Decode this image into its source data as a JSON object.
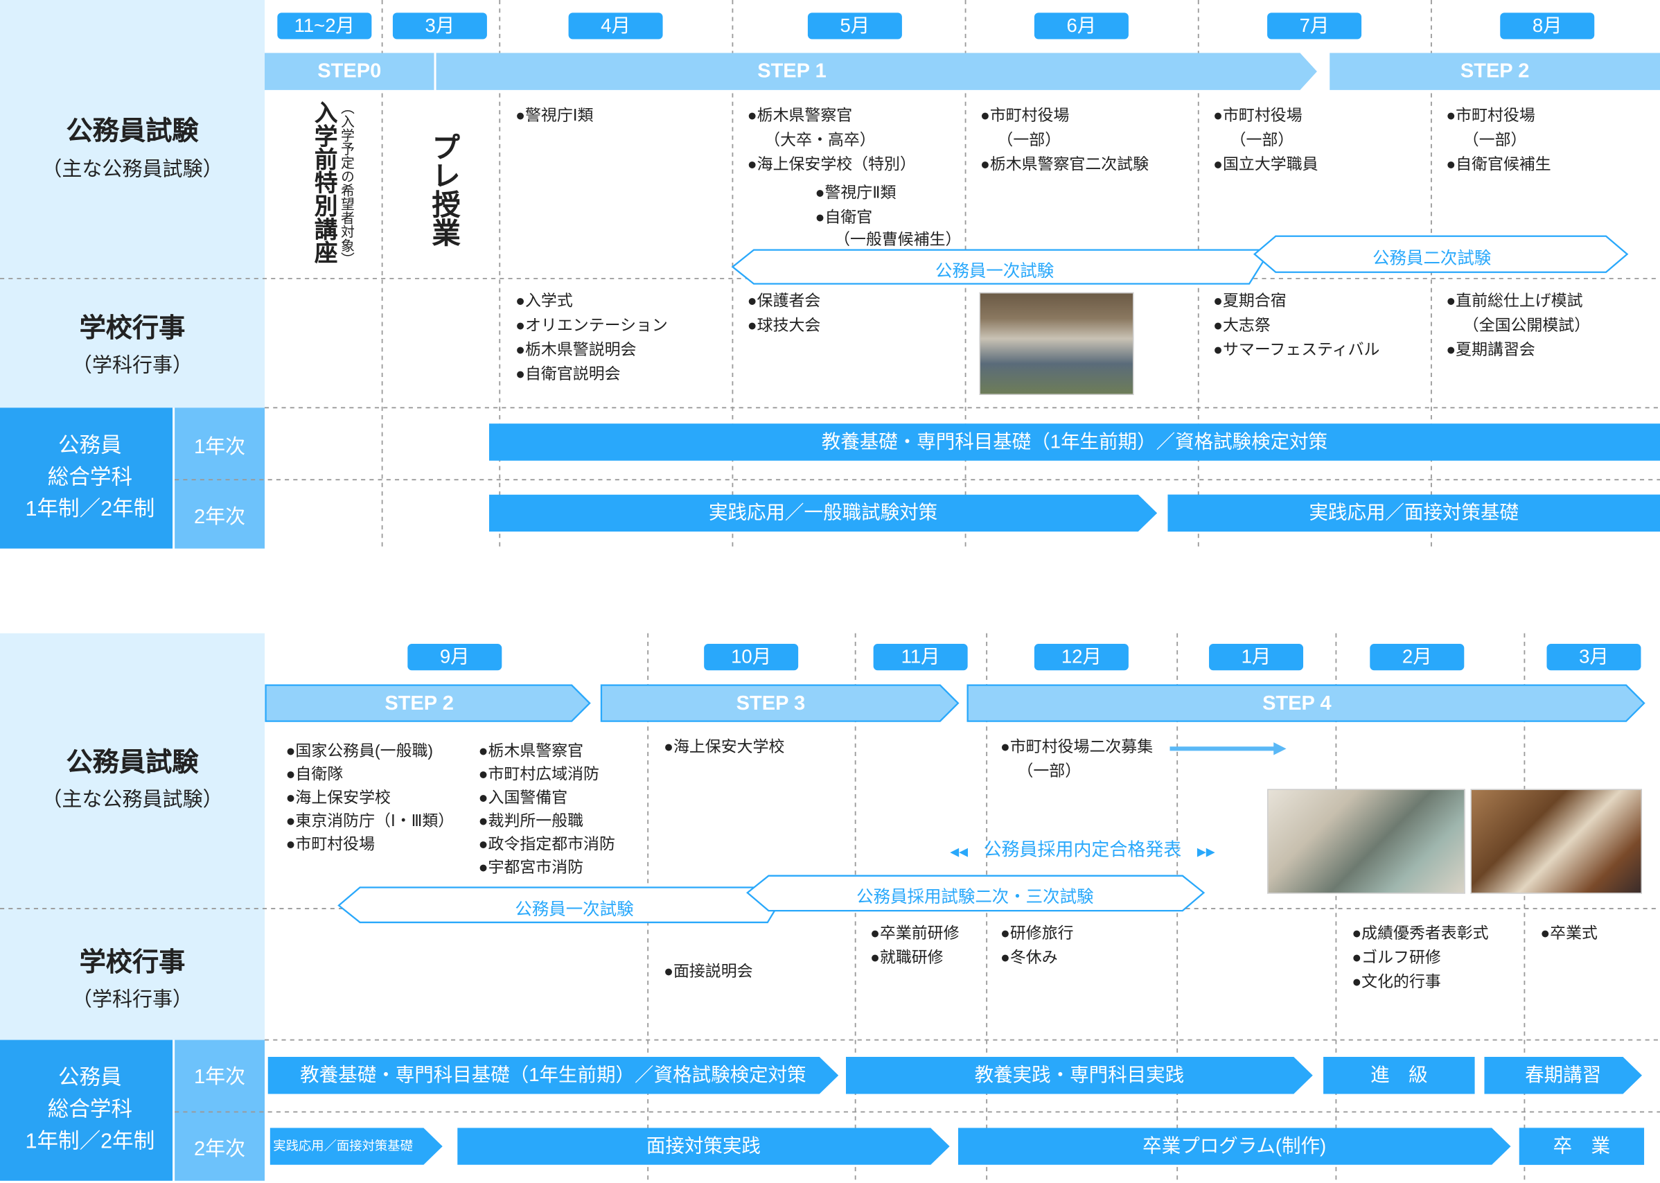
{
  "colors": {
    "accent": "#29a8fb",
    "step": "#93d2fb",
    "panel_light": "#dcf1fe",
    "panel_dark": "#29a3f5",
    "panel_mid": "#6dc2fb"
  },
  "row_labels": {
    "exam_title": "公務員試験",
    "exam_sub": "（主な公務員試験）",
    "school_title": "学校行事",
    "school_sub": "（学科行事）",
    "course_line1": "公務員",
    "course_line2": "総合学科",
    "course_line3": "1年制／2年制",
    "year1": "1年次",
    "year2": "2年次"
  },
  "top": {
    "months": [
      "11~2月",
      "3月",
      "4月",
      "5月",
      "6月",
      "7月",
      "8月"
    ],
    "steps": [
      "STEP0",
      "STEP 1",
      "STEP 2"
    ],
    "pre_course": "入学前特別講座",
    "pre_course_note": "（入学予定の希望者対象）",
    "pre_class": "プレ授業",
    "exams": {
      "apr": [
        "警視庁Ⅰ類"
      ],
      "may": [
        "栃木県警察官",
        "（大卒・高卒）",
        "海上保安学校（特別）",
        "警視庁Ⅱ類",
        "自衛官",
        "（一般曹候補生）"
      ],
      "jun": [
        "市町村役場",
        "（一部）",
        "栃木県警察官二次試験"
      ],
      "jul": [
        "市町村役場",
        "（一部）",
        "国立大学職員"
      ],
      "aug": [
        "市町村役場",
        "（一部）",
        "自衛官候補生"
      ]
    },
    "first_exam": "公務員一次試験",
    "second_exam": "公務員二次試験",
    "events": {
      "apr": [
        "入学式",
        "オリエンテーション",
        "栃木県警説明会",
        "自衛官説明会"
      ],
      "may": [
        "保護者会",
        "球技大会"
      ],
      "jul": [
        "夏期合宿",
        "大志祭",
        "サマーフェスティバル"
      ],
      "aug": [
        "直前総仕上げ模試",
        "（全国公開模試）",
        "夏期講習会"
      ]
    },
    "bars_year1": [
      "教養基礎・専門科目基礎（1年生前期）／資格試験検定対策"
    ],
    "bars_year2": [
      "実践応用／一般職試験対策",
      "実践応用／面接対策基礎"
    ]
  },
  "bottom": {
    "months": [
      "9月",
      "10月",
      "11月",
      "12月",
      "1月",
      "2月",
      "3月"
    ],
    "steps": [
      "STEP 2",
      "STEP 3",
      "STEP 4"
    ],
    "exams": {
      "sep_a": [
        "国家公務員(一般職)",
        "自衛隊",
        "海上保安学校",
        "東京消防庁（Ⅰ・Ⅲ類）",
        "市町村役場"
      ],
      "sep_b": [
        "栃木県警察官",
        "市町村広域消防",
        "入国警備官",
        "裁判所一般職",
        "政令指定都市消防",
        "宇都宮市消防"
      ],
      "oct": [
        "海上保安大学校"
      ],
      "dec": [
        "市町村役場二次募集",
        "（一部）"
      ]
    },
    "offer_announcement": "公務員採用内定合格発表",
    "first_exam": "公務員一次試験",
    "later_exam": "公務員採用試験二次・三次試験",
    "events": {
      "oct": [
        "面接説明会"
      ],
      "nov": [
        "卒業前研修",
        "就職研修"
      ],
      "dec": [
        "研修旅行",
        "冬休み"
      ],
      "feb": [
        "成績優秀者表彰式",
        "ゴルフ研修",
        "文化的行事"
      ],
      "mar": [
        "卒業式"
      ]
    },
    "bars_year1": [
      "教養基礎・専門科目基礎（1年生前期）／資格試験検定対策",
      "教養実践・専門科目実践",
      "進　級",
      "春期講習"
    ],
    "bars_year2": [
      "実践応用／面接対策基礎",
      "面接対策実践",
      "卒業プログラム(制作)",
      "卒　業"
    ]
  }
}
